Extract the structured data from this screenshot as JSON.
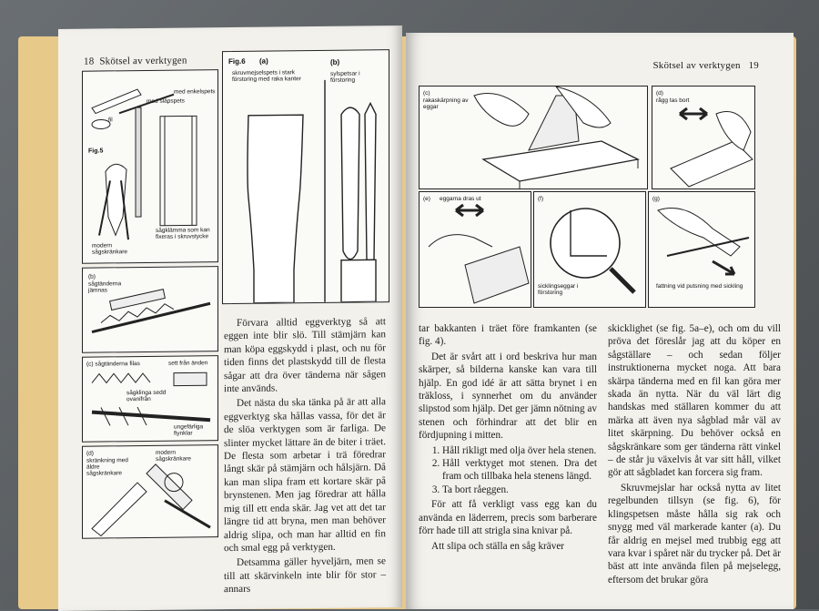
{
  "left_page": {
    "folio": "18",
    "running_head": "Skötsel av verktygen",
    "fig5_labels": {
      "fig": "Fig.5",
      "with_flat_tip": "med släpspets",
      "with_single_tip": "med enkelspets",
      "file": "fil",
      "modern_saw_setter": "modern sågskränkare",
      "saw_clamp": "sågklämma som kan fixeras i skruvstycke",
      "b": "(b)",
      "saw_teeth_filed": "sågtänderna jämnas",
      "c_teeth_filed": "(c) sågtänderna filas",
      "seen_from_end": "sett från änden",
      "seen_from_above": "sågklinga sedd ovanifrån",
      "uneven_mountains": "ungefärliga fiynklar",
      "d": "(d)",
      "setting_with_setter": "skränkning med äldre sågskränkare",
      "with_modern_setter": "modern sågskränkare"
    },
    "fig6_labels": {
      "fig": "Fig.6",
      "a": "(a)",
      "chisel_tip": "skruvmejselspets i stark förstoring med raka kanter",
      "b": "(b)",
      "pointed": "sylspetsar i förstoring"
    },
    "paragraphs": [
      "Förvara alltid eggverktyg så att eggen inte blir slö. Till stämjärn kan man köpa eggskydd i plast, och nu för tiden finns det plastskydd till de flesta sågar att dra över tänderna när sågen inte används.",
      "Det nästa du ska tänka på är att alla eggverktyg ska hållas vassa, för det är de slöa verktygen som är farliga. De slinter mycket lättare än de biter i träet. De flesta som arbetar i trä föredrar långt skär på stämjärn och hålsjärn. Då kan man slipa fram ett kortare skär på brynstenen. Men jag föredrar att hålla mig till ett enda skär. Jag vet att det tar längre tid att bryna, men man behöver aldrig slipa, och man har alltid en fin och smal egg på verktygen.",
      "Detsamma gäller hyveljärn, men se till att skärvinkeln inte blir för stor – annars"
    ]
  },
  "right_page": {
    "folio": "19",
    "running_head": "Skötsel av verktygen",
    "fig_labels": {
      "c": "(c)",
      "sharpen": "rakaskärpning av eggar",
      "d": "(d)",
      "burr_removed": "rågg tas bort",
      "e": "(e)",
      "edges_drawn": "eggarna dras ut",
      "f": "(f)",
      "card_scraper": "sicklingseggar i förstoring",
      "g": "(g)",
      "flattening": "fattning vid putsning med sickling"
    },
    "column1": {
      "p1": "tar bakkanten i träet före framkanten (se fig. 4).",
      "p2": "Det är svårt att i ord beskriva hur man skärper, så bilderna kanske kan vara till hjälp. En god idé är att sätta brynet i en träkloss, i synnerhet om du använder slipstod som hjälp. Det ger jämn nötning av stenen och förhindrar att det blir en fördjupning i mitten.",
      "list": [
        "Håll rikligt med olja över hela stenen.",
        "Håll verktyget mot stenen. Dra det fram och tillbaka hela stenens längd.",
        "Ta bort råeggen."
      ],
      "p3": "För att få verkligt vass egg kan du använda en läderrem, precis som barberare förr hade till att strigla sina knivar på.",
      "p4": "Att slipa och ställa en såg kräver"
    },
    "column2": {
      "p1": "skicklighet (se fig. 5a–e), och om du vill pröva det föreslår jag att du köper en sågställare – och sedan följer instruktionerna mycket noga. Att bara skärpa tänderna med en fil kan göra mer skada än nytta. När du väl lärt dig handskas med ställaren kommer du att märka att även nya sågblad mår väl av litet skärpning. Du behöver också en sågskränkare som ger tänderna rätt vinkel – de står ju växelvis åt var sitt håll, vilket gör att sågbladet kan forcera sig fram.",
      "p2": "Skruvmejslar har också nytta av litet regelbunden tillsyn (se fig. 6), för klingspetsen måste hålla sig rak och snygg med väl markerade kanter (a). Du får aldrig en mejsel med trubbig egg att vara kvar i spåret när du trycker på. Det är bäst att inte använda filen på mejselegg, eftersom det brukar göra"
    }
  }
}
